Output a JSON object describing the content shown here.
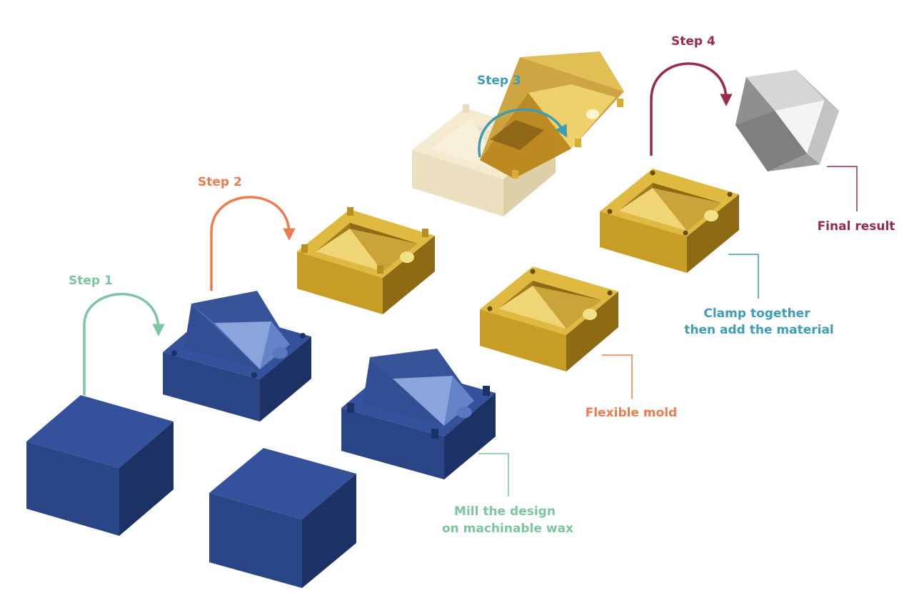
{
  "colors": {
    "step1": "#7bc6a0",
    "step2": "#ee7b4e",
    "step3": "#3c9db5",
    "step4": "#9a2a4a",
    "wax_top": "#34529c",
    "wax_left": "#2a4585",
    "wax_right": "#1d3264",
    "mold_top": "#e0ba40",
    "mold_left": "#c79d26",
    "mold_right": "#8f6a14",
    "final_light": "#ececec",
    "final_dark": "#7f7f7f"
  },
  "labels": {
    "step1": "Step 1",
    "step2": "Step 2",
    "step3": "Step 3",
    "step4": "Step 4",
    "mill_line1": "Mill the design",
    "mill_line2": "on machinable wax",
    "flexible_mold": "Flexible mold",
    "clamp_line1": "Clamp together",
    "clamp_line2": "then add the material",
    "final_result": "Final result"
  }
}
